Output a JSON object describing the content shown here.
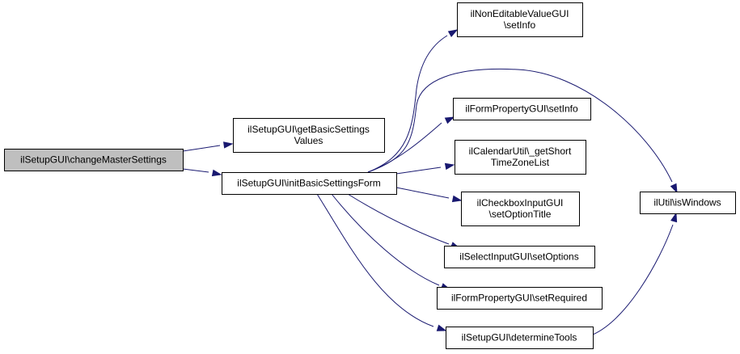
{
  "diagram": {
    "nodes": {
      "change_master": {
        "lines": [
          "ilSetupGUI\\changeMasterSettings"
        ],
        "root": true
      },
      "get_basic_values": {
        "lines": [
          "ilSetupGUI\\getBasicSettings",
          "Values"
        ]
      },
      "init_basic_form": {
        "lines": [
          "ilSetupGUI\\initBasicSettingsForm"
        ]
      },
      "noneditable_setinfo": {
        "lines": [
          "ilNonEditableValueGUI",
          "\\setInfo"
        ]
      },
      "formprop_setinfo": {
        "lines": [
          "ilFormPropertyGUI\\setInfo"
        ]
      },
      "calendar_tzlist": {
        "lines": [
          "ilCalendarUtil\\_getShort",
          "TimeZoneList"
        ]
      },
      "checkbox_optiontitle": {
        "lines": [
          "ilCheckboxInputGUI",
          "\\setOptionTitle"
        ]
      },
      "select_setoptions": {
        "lines": [
          "ilSelectInputGUI\\setOptions"
        ]
      },
      "formprop_setrequired": {
        "lines": [
          "ilFormPropertyGUI\\setRequired"
        ]
      },
      "determine_tools": {
        "lines": [
          "ilSetupGUI\\determineTools"
        ]
      },
      "util_iswindows": {
        "lines": [
          "ilUtil\\isWindows"
        ]
      }
    },
    "edges": [
      {
        "from": "change_master",
        "to": "get_basic_values"
      },
      {
        "from": "change_master",
        "to": "init_basic_form"
      },
      {
        "from": "init_basic_form",
        "to": "noneditable_setinfo"
      },
      {
        "from": "init_basic_form",
        "to": "util_iswindows"
      },
      {
        "from": "init_basic_form",
        "to": "formprop_setinfo"
      },
      {
        "from": "init_basic_form",
        "to": "calendar_tzlist"
      },
      {
        "from": "init_basic_form",
        "to": "checkbox_optiontitle"
      },
      {
        "from": "init_basic_form",
        "to": "select_setoptions"
      },
      {
        "from": "init_basic_form",
        "to": "formprop_setrequired"
      },
      {
        "from": "init_basic_form",
        "to": "determine_tools"
      },
      {
        "from": "determine_tools",
        "to": "util_iswindows"
      }
    ],
    "colors": {
      "edge": "#191970",
      "root_fill": "#bfbfbf",
      "node_fill": "#ffffff",
      "node_stroke": "#000000"
    }
  }
}
